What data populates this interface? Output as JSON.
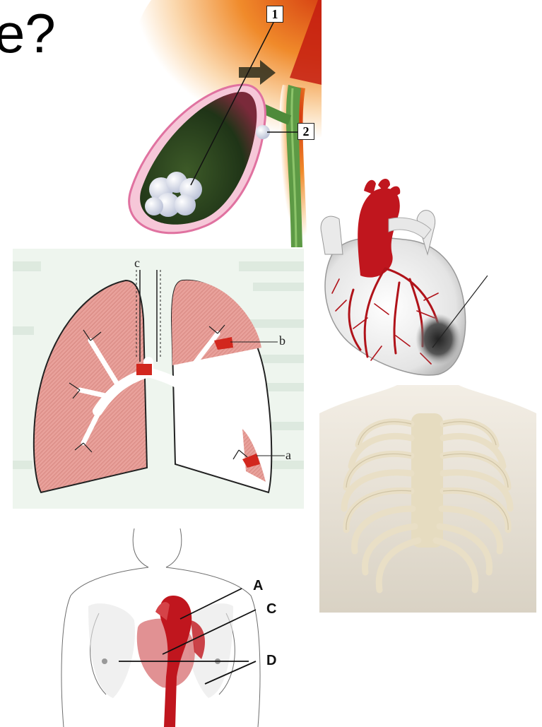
{
  "slide": {
    "title_fragment": "e?"
  },
  "gallbladder": {
    "labels": [
      "1",
      "2"
    ]
  },
  "lungs": {
    "labels": {
      "a": "a",
      "b": "b",
      "c": "c"
    }
  },
  "torso": {
    "labels": [
      "A",
      "C",
      "D"
    ]
  },
  "colors": {
    "artery_red": "#c0161e",
    "lung_pink": "#e8a09a",
    "bone": "#e9dfc6",
    "bile_green": "#4e8a3a"
  }
}
